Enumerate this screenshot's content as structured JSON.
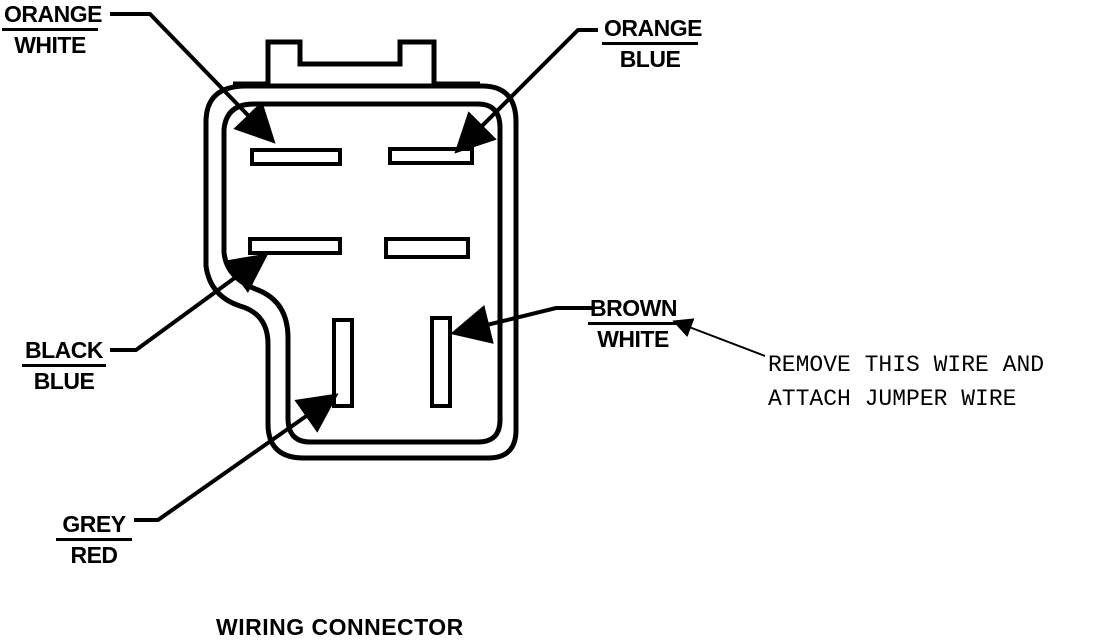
{
  "labels": {
    "orange_white": {
      "top": "ORANGE",
      "bottom": "WHITE"
    },
    "orange_blue": {
      "top": "ORANGE",
      "bottom": "BLUE"
    },
    "black_blue": {
      "top": "BLACK",
      "bottom": "BLUE"
    },
    "brown_white": {
      "top": "BROWN",
      "bottom": "WHITE"
    },
    "grey_red": {
      "top": "GREY",
      "bottom": "RED"
    }
  },
  "note": {
    "line1": "REMOVE THIS WIRE AND",
    "line2": "ATTACH JUMPER WIRE"
  },
  "caption": "WIRING CONNECTOR"
}
